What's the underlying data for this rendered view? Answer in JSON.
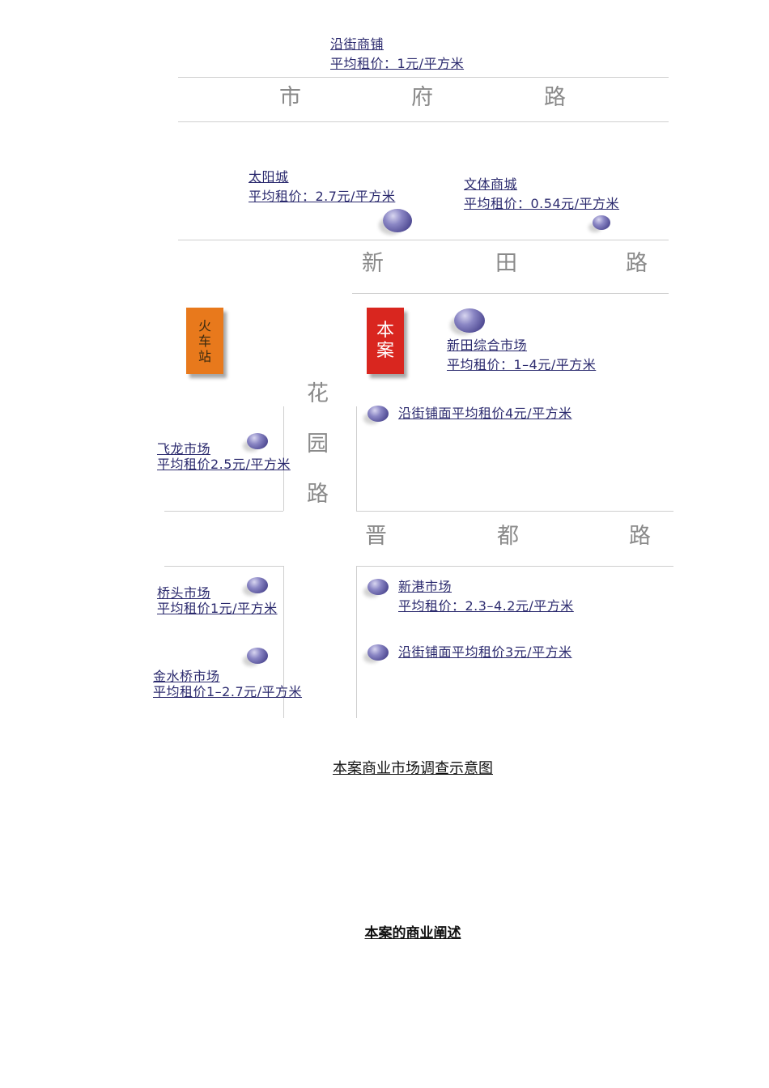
{
  "roads": {
    "shifu": [
      "市",
      "府",
      "路"
    ],
    "xintian": [
      "新",
      "田",
      "路"
    ],
    "huayuan": [
      "花",
      "园",
      "路"
    ],
    "jindu": [
      "晋",
      "都",
      "路"
    ]
  },
  "landmarks": {
    "station": [
      "火",
      "车",
      "站"
    ],
    "project": [
      "本",
      "案"
    ]
  },
  "markets": [
    {
      "name": "沿街商铺",
      "price": "平均租价：1元/平方米"
    },
    {
      "name": "太阳城",
      "price": "平均租价：2.7元/平方米"
    },
    {
      "name": "文体商城",
      "price": "平均租价：0.54元/平方米"
    },
    {
      "name": "新田综合市场",
      "price": "平均租价：1–4元/平方米"
    },
    {
      "name": "沿街铺面平均租价4元/平方米"
    },
    {
      "name": "飞龙市场",
      "price": "平均租价2.5元/平方米"
    },
    {
      "name": "桥头市场",
      "price": "平均租价1元/平方米"
    },
    {
      "name": "新港市场",
      "price": "平均租价：2.3–4.2元/平方米"
    },
    {
      "name": "金水桥市场",
      "price": "平均租价1–2.7元/平方米"
    },
    {
      "name": "沿街铺面平均租价3元/平方米"
    }
  ],
  "caption": "本案商业市场调查示意图",
  "section_heading": "本案的商业阐述",
  "colors": {
    "station": "#e8791c",
    "project": "#d9261f",
    "label": "#2b2a6e"
  }
}
